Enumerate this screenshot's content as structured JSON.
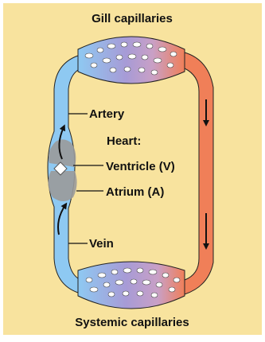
{
  "diagram": {
    "labels": {
      "gill_capillaries": "Gill capillaries",
      "artery": "Artery",
      "heart": "Heart:",
      "ventricle": "Ventricle (V)",
      "atrium": "Atrium (A)",
      "vein": "Vein",
      "systemic_capillaries": "Systemic capillaries"
    },
    "colors": {
      "background": "#f8e39e",
      "deoxygenated_blood": "#8ec9f2",
      "oxygenated_blood": "#f07f58",
      "capillary_bed": "#a79bd6",
      "heart": "#9a9a9a",
      "outline": "#222222"
    }
  }
}
